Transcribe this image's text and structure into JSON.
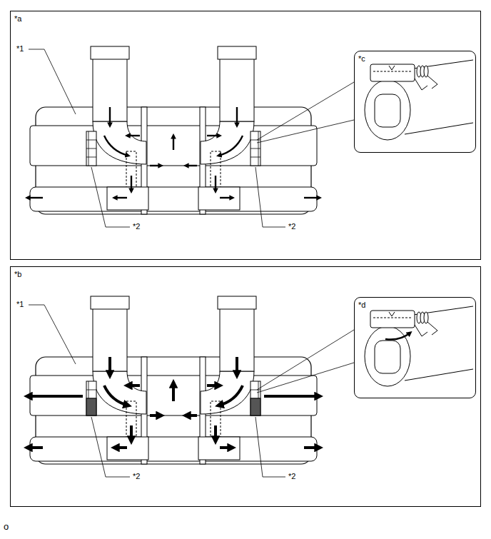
{
  "diagram": {
    "nodes": [
      {
        "text": [
          "*a"
        ]
      },
      {
        "text": [
          "*c"
        ],
        "in": 0
      },
      {
        "text": [
          "*b"
        ]
      },
      {
        "text": [
          "*d"
        ],
        "in": 2
      }
    ],
    "labels": [
      "*1",
      "*2",
      "*2",
      "*1",
      "*2",
      "*2",
      "o"
    ]
  }
}
